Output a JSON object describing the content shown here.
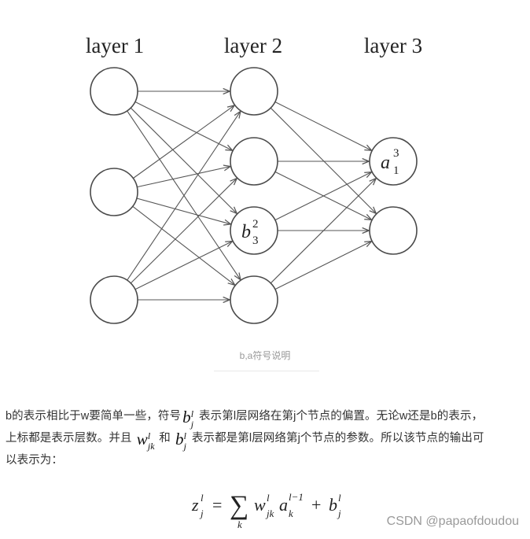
{
  "diagram": {
    "layers": [
      {
        "title": "layer 1",
        "nodes": 3
      },
      {
        "title": "layer 2",
        "nodes": 4
      },
      {
        "title": "layer 3",
        "nodes": 2
      }
    ],
    "node_labels": {
      "b32": {
        "base": "b",
        "sup": "2",
        "sub": "3"
      },
      "a13": {
        "base": "a",
        "sup": "3",
        "sub": "1"
      }
    }
  },
  "caption": "b,a符号说明",
  "paragraph": {
    "l1_a": "b的表示相比于w要简单一些，符号",
    "l1_b": "表示第l层网络在第j个节点的偏置。无论w还是b的表示，",
    "l2_a": "上标都是表示层数。并且",
    "l2_b": "和",
    "l2_c": "表示都是第l层网络第j个节点的参数。所以该节点的输出可",
    "l3": "以表示为："
  },
  "math": {
    "b_sym": {
      "base": "b",
      "sup": "l",
      "sub": "j"
    },
    "w_sym": {
      "base": "w",
      "sup": "l",
      "sub": "jk"
    },
    "b_sym2": {
      "base": "b",
      "sup": "l",
      "sub": "j"
    }
  },
  "formula": {
    "lhs_base": "z",
    "lhs_sup": "l",
    "lhs_sub": "j",
    "eq": "=",
    "sum_sym": "∑",
    "sum_sub": "k",
    "w_base": "w",
    "w_sup": "l",
    "w_sub": "jk",
    "a_base": "a",
    "a_sup": "l−1",
    "a_sub": "k",
    "plus": "+",
    "b_base": "b",
    "b_sup": "l",
    "b_sub": "j"
  },
  "watermark": "CSDN @papaofdoudou"
}
